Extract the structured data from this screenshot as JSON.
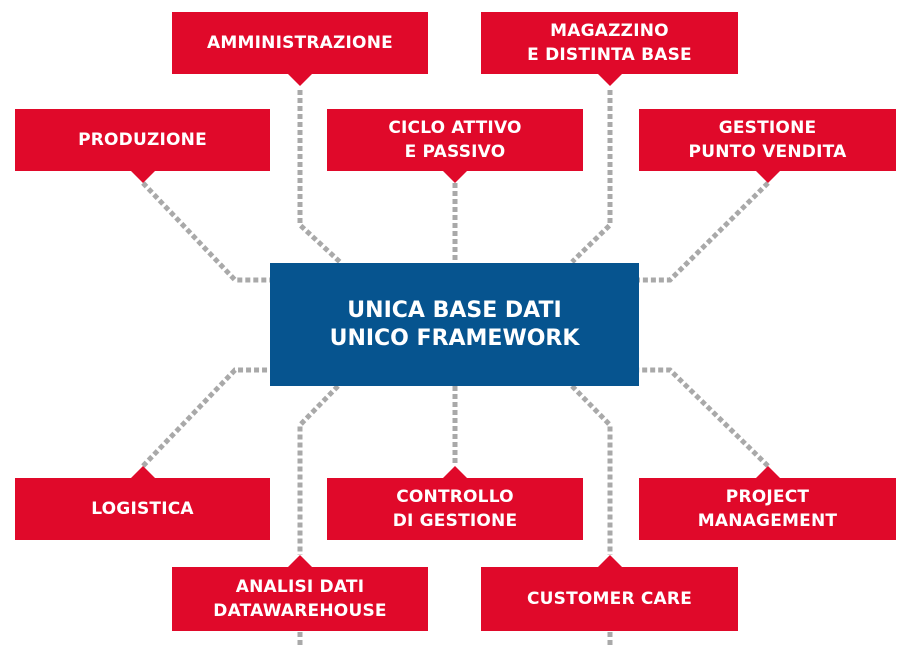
{
  "colors": {
    "red": "#e0092a",
    "blue": "#06548f",
    "connector": "#a9a9a9"
  },
  "hub": {
    "line1": "UNICA BASE DATI",
    "line2": "UNICO FRAMEWORK"
  },
  "modules": {
    "amministrazione": {
      "line1": "AMMINISTRAZIONE"
    },
    "magazzino": {
      "line1": "MAGAZZINO",
      "line2": "E DISTINTA BASE"
    },
    "produzione": {
      "line1": "PRODUZIONE"
    },
    "ciclo": {
      "line1": "CICLO ATTIVO",
      "line2": "E PASSIVO"
    },
    "punto_vendita": {
      "line1": "GESTIONE",
      "line2": "PUNTO VENDITA"
    },
    "logistica": {
      "line1": "LOGISTICA"
    },
    "controllo": {
      "line1": "CONTROLLO",
      "line2": "DI GESTIONE"
    },
    "project": {
      "line1": "PROJECT",
      "line2": "MANAGEMENT"
    },
    "analisi": {
      "line1": "ANALISI DATI",
      "line2": "DATAWAREHOUSE"
    },
    "customer": {
      "line1": "CUSTOMER CARE"
    }
  }
}
